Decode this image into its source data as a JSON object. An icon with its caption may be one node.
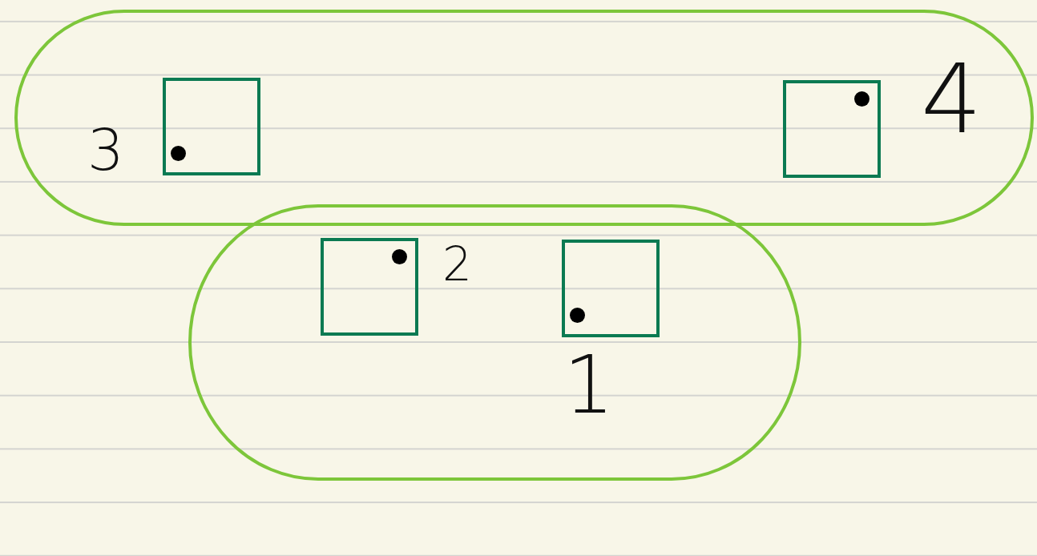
{
  "diagram": {
    "nodes": [
      {
        "text": [],
        "shape": "loop"
      },
      {
        "text": [],
        "shape": "box",
        "in": 0,
        "beside": [
          "3"
        ]
      },
      {
        "text": [],
        "shape": "box",
        "in": 0,
        "beside": [
          "4"
        ]
      },
      {
        "text": [],
        "shape": "loop"
      },
      {
        "text": [],
        "shape": "box",
        "in": 3,
        "beside": [
          "2"
        ]
      },
      {
        "text": [],
        "shape": "box",
        "in": 3,
        "beside": [
          "1"
        ]
      }
    ]
  }
}
